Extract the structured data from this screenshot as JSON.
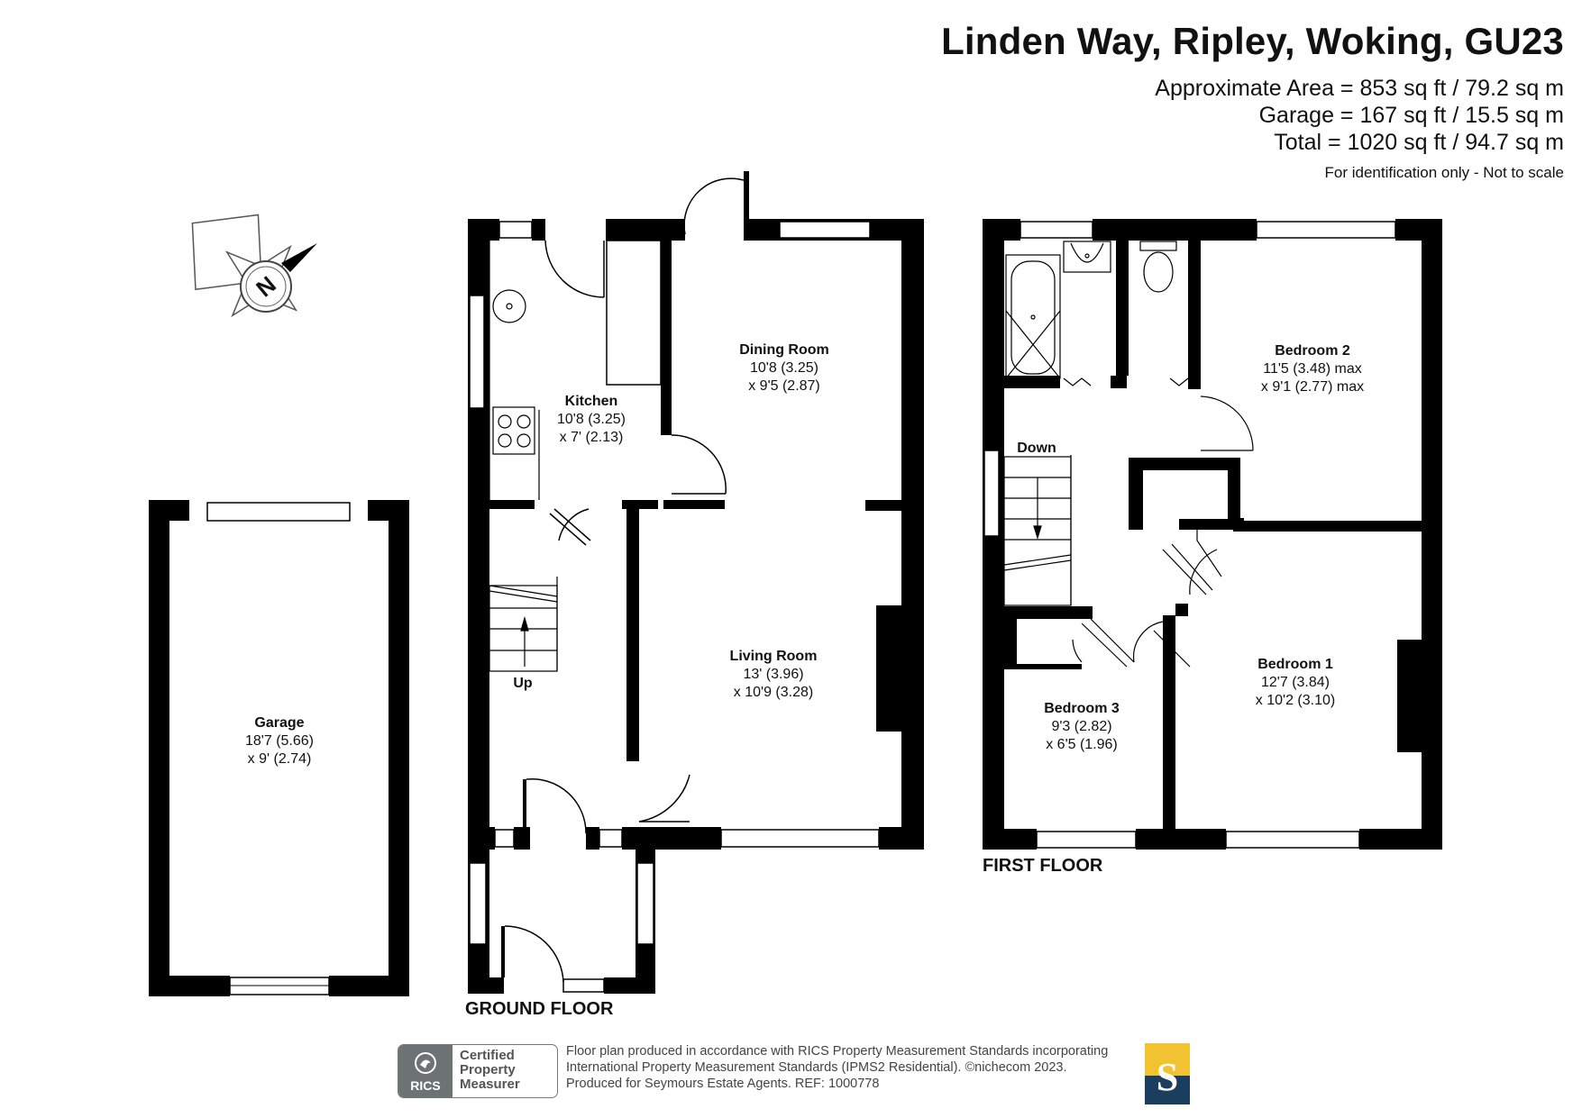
{
  "header": {
    "title": "Linden Way, Ripley, Woking, GU23",
    "approx_area": "Approximate Area = 853 sq ft / 79.2 sq m",
    "garage_area": "Garage = 167 sq ft / 15.5 sq m",
    "total_area": "Total = 1020 sq ft / 94.7 sq m",
    "disclaimer": "For identification only - Not to scale"
  },
  "compass": {
    "letter": "N"
  },
  "rooms": {
    "garage": {
      "name": "Garage",
      "dim1": "18'7 (5.66)",
      "dim2": "x 9' (2.74)"
    },
    "kitchen": {
      "name": "Kitchen",
      "dim1": "10'8 (3.25)",
      "dim2": "x 7' (2.13)"
    },
    "dining": {
      "name": "Dining Room",
      "dim1": "10'8 (3.25)",
      "dim2": "x 9'5 (2.87)"
    },
    "living": {
      "name": "Living Room",
      "dim1": "13' (3.96)",
      "dim2": "x 10'9 (3.28)"
    },
    "bedroom2": {
      "name": "Bedroom 2",
      "dim1": "11'5 (3.48) max",
      "dim2": "x 9'1 (2.77) max"
    },
    "bedroom1": {
      "name": "Bedroom 1",
      "dim1": "12'7 (3.84)",
      "dim2": "x 10'2 (3.10)"
    },
    "bedroom3": {
      "name": "Bedroom 3",
      "dim1": "9'3 (2.82)",
      "dim2": "x 6'5 (1.96)"
    }
  },
  "stairs": {
    "up": "Up",
    "down": "Down"
  },
  "floors": {
    "ground": "GROUND FLOOR",
    "first": "FIRST FLOOR"
  },
  "footer": {
    "rics_badge": {
      "brand": "RICS",
      "cert_line1": "Certified",
      "cert_line2": "Property",
      "cert_line3": "Measurer"
    },
    "line1": "Floor plan produced in accordance with RICS Property Measurement Standards incorporating",
    "line2": "International Property Measurement Standards (IPMS2 Residential).  ©nichecom 2023.",
    "line3": "Produced for Seymours Estate Agents.   REF:  1000778",
    "agent_logo_letter": "S"
  },
  "colors": {
    "wall": "#000000",
    "agent_navy": "#1b3d5e",
    "agent_gold": "#f1c232",
    "rics_grey": "#6d7275"
  }
}
